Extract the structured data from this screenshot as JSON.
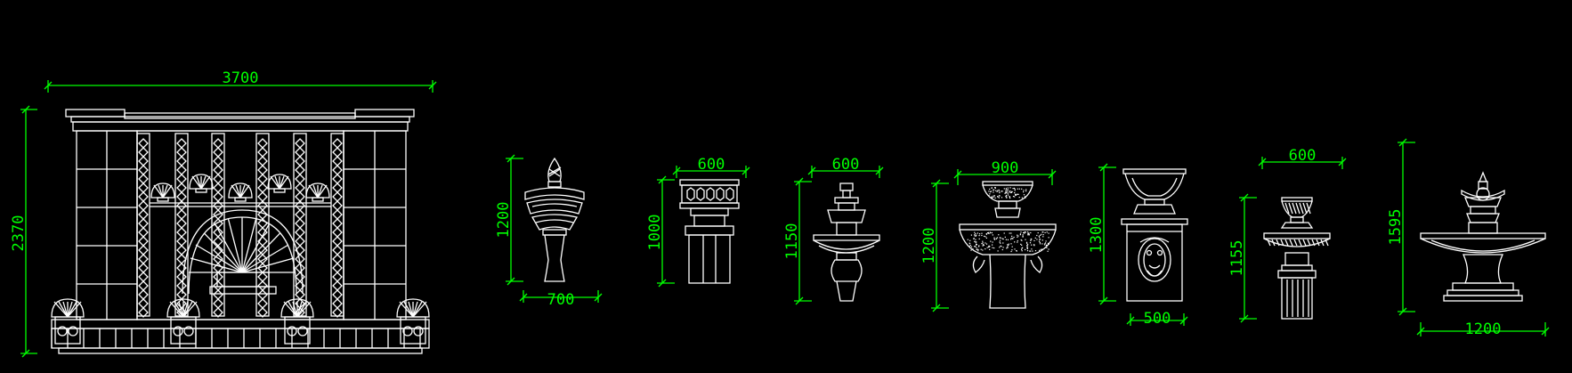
{
  "colors": {
    "background": "#000000",
    "linework": "#ffffff",
    "dimension": "#00ff00"
  },
  "dimensions": {
    "wall_width": "3700",
    "wall_height": "2370",
    "f1_height": "1200",
    "f1_width": "700",
    "f2_width": "600",
    "f2_height": "1000",
    "f3_width": "600",
    "f3_height": "1150",
    "f4_width": "900",
    "f4_height": "1200",
    "f5_height": "1300",
    "f5_width": "500",
    "f6_width": "600",
    "f6_height": "1155",
    "f7_height": "1595",
    "f7_width": "1200"
  }
}
